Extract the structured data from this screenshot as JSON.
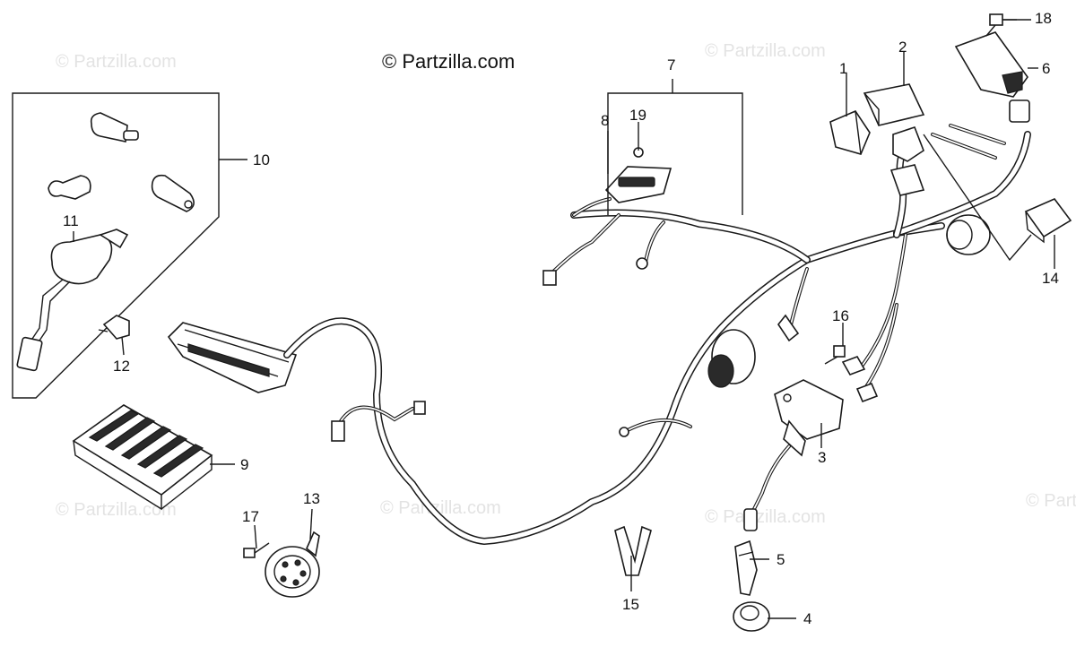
{
  "copyright": "© Partzilla.com",
  "watermark_text": "© Partzilla.com",
  "colors": {
    "ink": "#1a1a1a",
    "watermark": "#e3e3e3",
    "background": "#ffffff"
  },
  "callouts": {
    "c1": "1",
    "c2": "2",
    "c3": "3",
    "c4": "4",
    "c5": "5",
    "c6": "6",
    "c7": "7",
    "c8": "8",
    "c9": "9",
    "c10": "10",
    "c11": "11",
    "c12": "12",
    "c13": "13",
    "c14": "14",
    "c15": "15",
    "c16": "16",
    "c17": "17",
    "c18": "18",
    "c19": "19"
  }
}
